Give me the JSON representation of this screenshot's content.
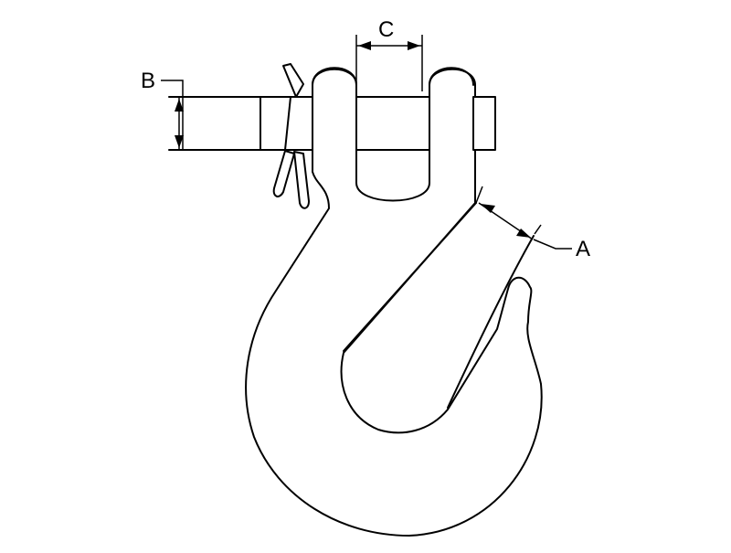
{
  "diagram": {
    "labels": {
      "a": "A",
      "b": "B",
      "c": "C"
    },
    "colors": {
      "stroke": "#000000",
      "background": "#ffffff"
    }
  }
}
